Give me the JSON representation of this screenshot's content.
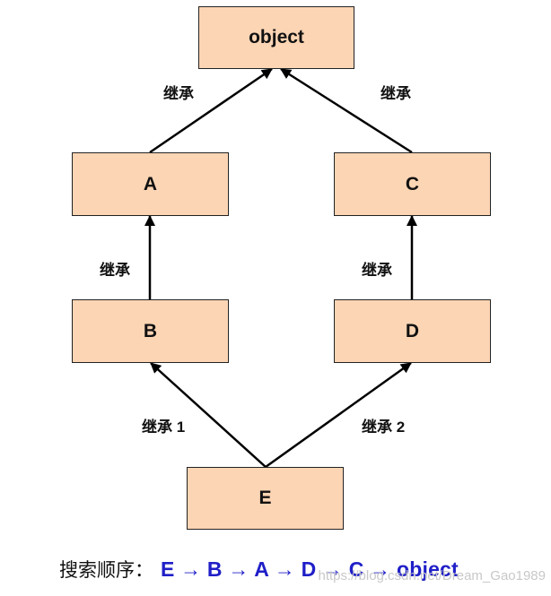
{
  "nodes": {
    "object": "object",
    "a": "A",
    "c": "C",
    "b": "B",
    "d": "D",
    "e": "E"
  },
  "edges": {
    "a_to_object": "继承",
    "c_to_object": "继承",
    "b_to_a": "继承",
    "d_to_c": "继承",
    "e_to_b": "继承 1",
    "e_to_d": "继承 2"
  },
  "search_order": {
    "prefix": "搜索顺序：",
    "sequence": "E → B → A → D → C → object"
  },
  "watermark": "https://blog.csdn.net/Dream_Gao1989",
  "colors": {
    "node_fill": "#fcd5b4",
    "node_border": "#222222",
    "arrow": "#000000",
    "sequence_text": "#1f1fc8"
  }
}
